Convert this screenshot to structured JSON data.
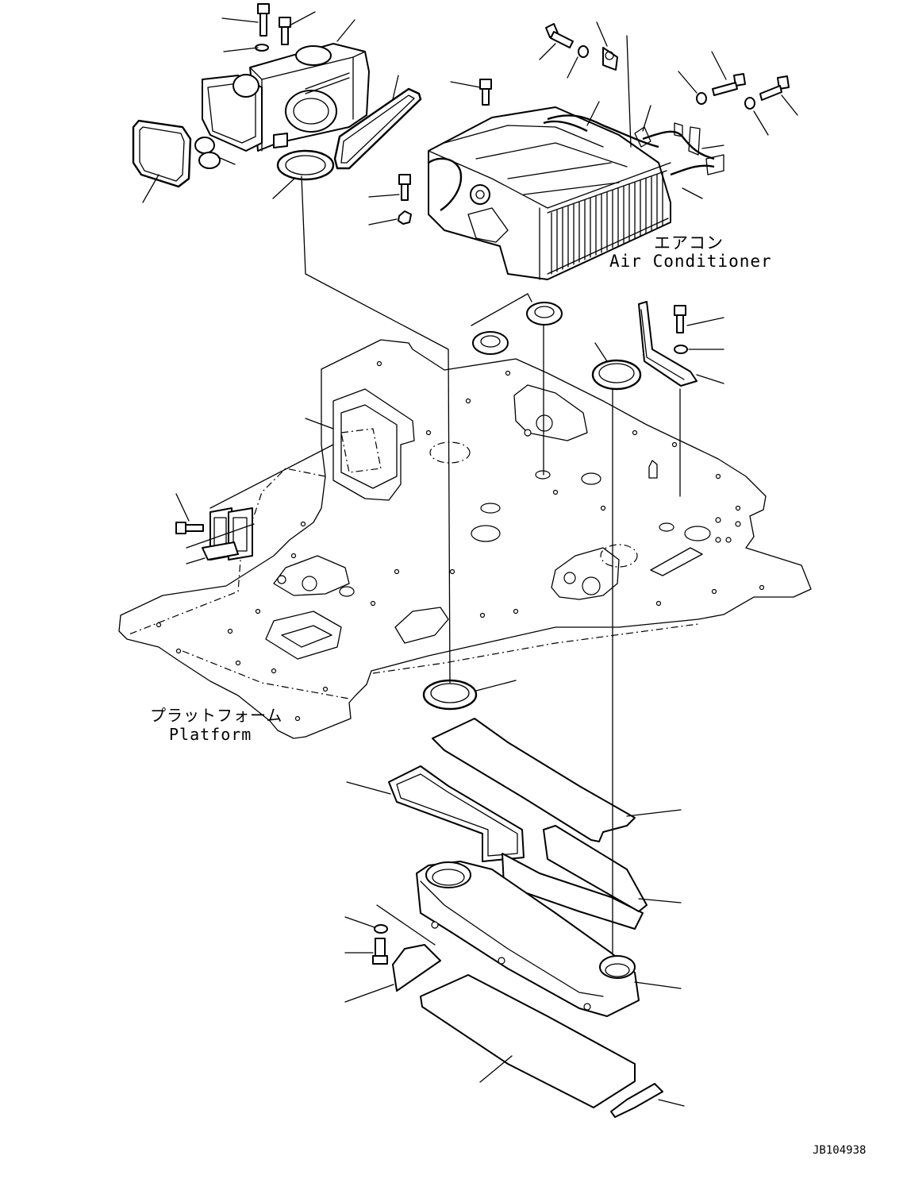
{
  "labels": {
    "air_conditioner_jp": "エアコン",
    "air_conditioner_en": "Air Conditioner",
    "platform_jp": "プラットフォーム",
    "platform_en": "Platform",
    "drawing_code": "JB104938"
  },
  "icons": {
    "bolt": "bolt-icon",
    "washer": "washer-icon",
    "seal_ring": "seal-ring-icon"
  },
  "colors": {
    "line": "#000000",
    "background": "#ffffff"
  }
}
